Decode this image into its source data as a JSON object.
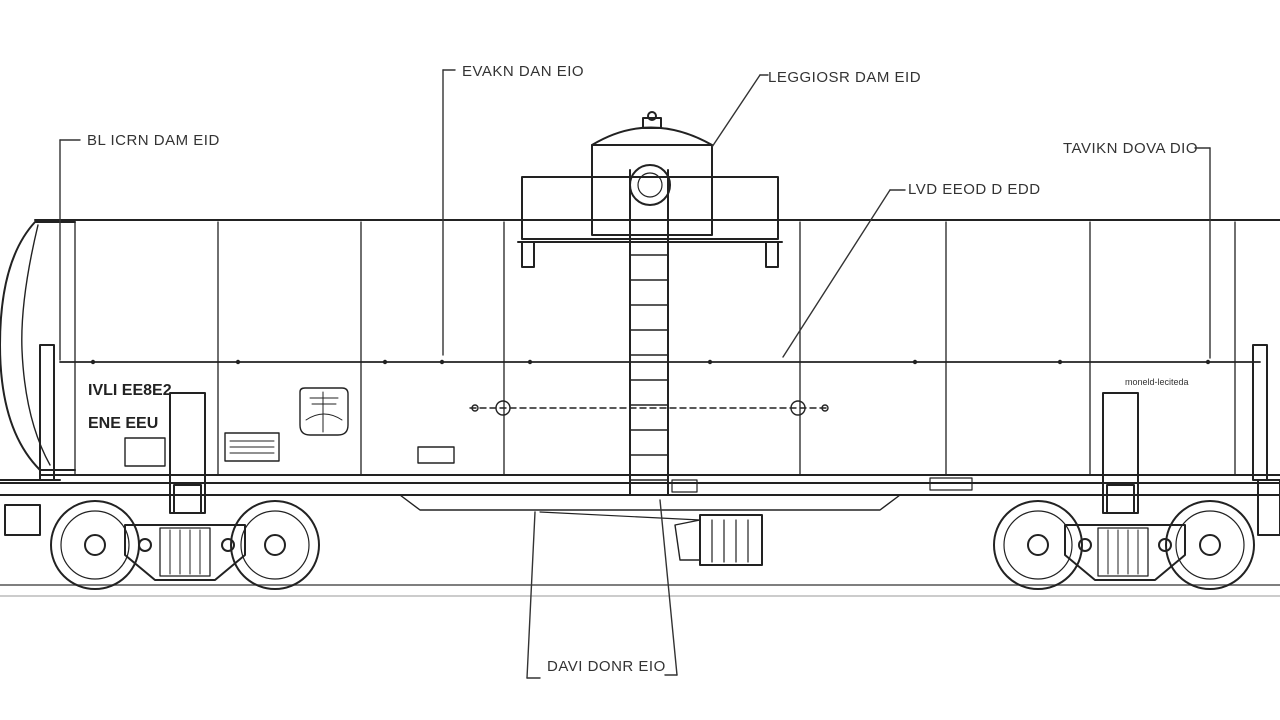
{
  "diagram": {
    "callouts": [
      {
        "id": "top-left",
        "label": "BL ICRN DAM EID"
      },
      {
        "id": "top-center",
        "label": "EVAKN DAN EIO"
      },
      {
        "id": "top-dome",
        "label": "LEGGIOSR DAM EID"
      },
      {
        "id": "mid-right",
        "label": "LVD EEOD D EDD"
      },
      {
        "id": "top-right",
        "label": "TAVIKN DOVA DIO"
      },
      {
        "id": "bottom",
        "label": "DAVI DONR EIO"
      }
    ],
    "car_markings": {
      "reporting_line1": "IVLI EE8E2",
      "reporting_line2": "ENE EEU"
    },
    "right_plate_text": "moneld-leciteda",
    "colors": {
      "line": "#222222",
      "bg": "#ffffff",
      "text": "#333333"
    }
  }
}
